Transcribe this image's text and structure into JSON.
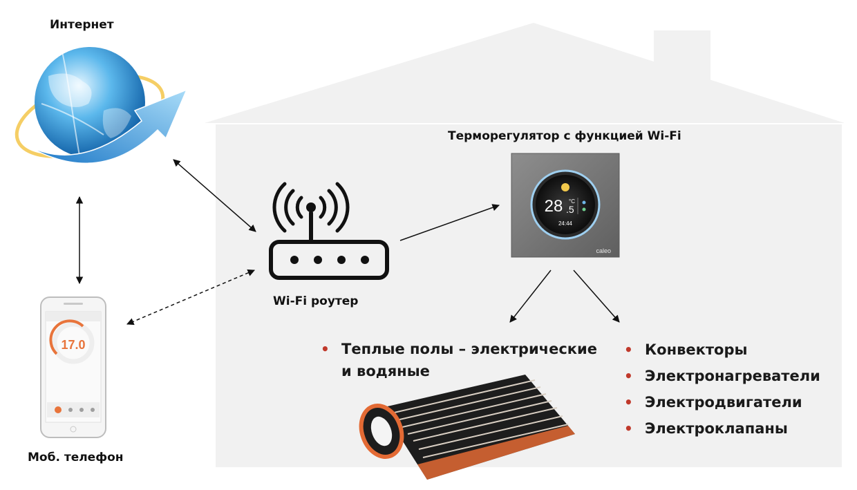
{
  "internet": {
    "label": "Интернет",
    "icon": "globe-arrow-icon"
  },
  "router": {
    "label": "Wi-Fi роутер",
    "icon": "wifi-router-icon"
  },
  "phone": {
    "label": "Моб. телефон",
    "icon": "smartphone-icon",
    "screen": {
      "temperature": "17.0"
    }
  },
  "thermostat": {
    "label": "Терморегулятор с функцией Wi-Fi",
    "display": {
      "temperature": "28",
      "decimal": ".5",
      "unit": "°C",
      "time": "24:44",
      "brand": "caleo"
    }
  },
  "floor_heating": {
    "items": [
      "Теплые полы – электрические и водяные"
    ],
    "icon": "heating-film-roll-icon"
  },
  "devices": {
    "items": [
      "Конвекторы",
      "Электронагреватели",
      "Электродвигатели",
      "Электроклапаны"
    ]
  },
  "colors": {
    "house": "#f1f1f1",
    "bullet": "#c0392b",
    "accent": "#e8743b",
    "thermo_body": "#7b7b7b"
  }
}
